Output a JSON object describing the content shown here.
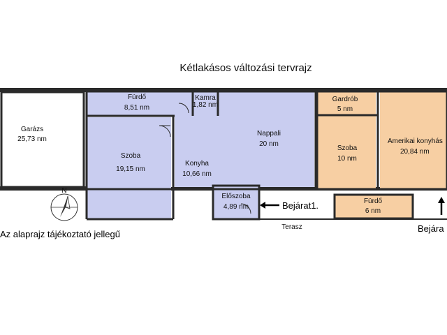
{
  "title": "Kétlakásos változási tervrajz",
  "note": "Az alaprajz tájékoztató jellegű",
  "compass_label": "N",
  "terrace_label": "Terasz",
  "entrance_1": "Bejárat1.",
  "entrance_2": "Bejára",
  "colors": {
    "unit_a": "#c9cdf0",
    "unit_b": "#f7cfa3",
    "wall": "#2a2a2a",
    "white": "#ffffff"
  },
  "rooms": {
    "garage": {
      "name": "Garázs",
      "area": "25,73 nm"
    },
    "bathroom_a": {
      "name": "Fürdő",
      "area": "8,51 nm"
    },
    "pantry": {
      "name": "Kamra",
      "area": "1,82 nm"
    },
    "room_a": {
      "name": "Szoba",
      "area": "19,15 nm"
    },
    "kitchen": {
      "name": "Konyha",
      "area": "10,66 nm"
    },
    "living": {
      "name": "Nappali",
      "area": "20 nm"
    },
    "hall": {
      "name": "Előszoba",
      "area": "4,89 nm"
    },
    "wardrobe": {
      "name": "Gardrób",
      "area": "5 nm"
    },
    "room_b": {
      "name": "Szoba",
      "area": "10 nm"
    },
    "american_kitchen": {
      "name": "Amerikai konyhás",
      "area": "20,84 nm"
    },
    "bathroom_b": {
      "name": "Fürdő",
      "area": "6 nm"
    }
  }
}
